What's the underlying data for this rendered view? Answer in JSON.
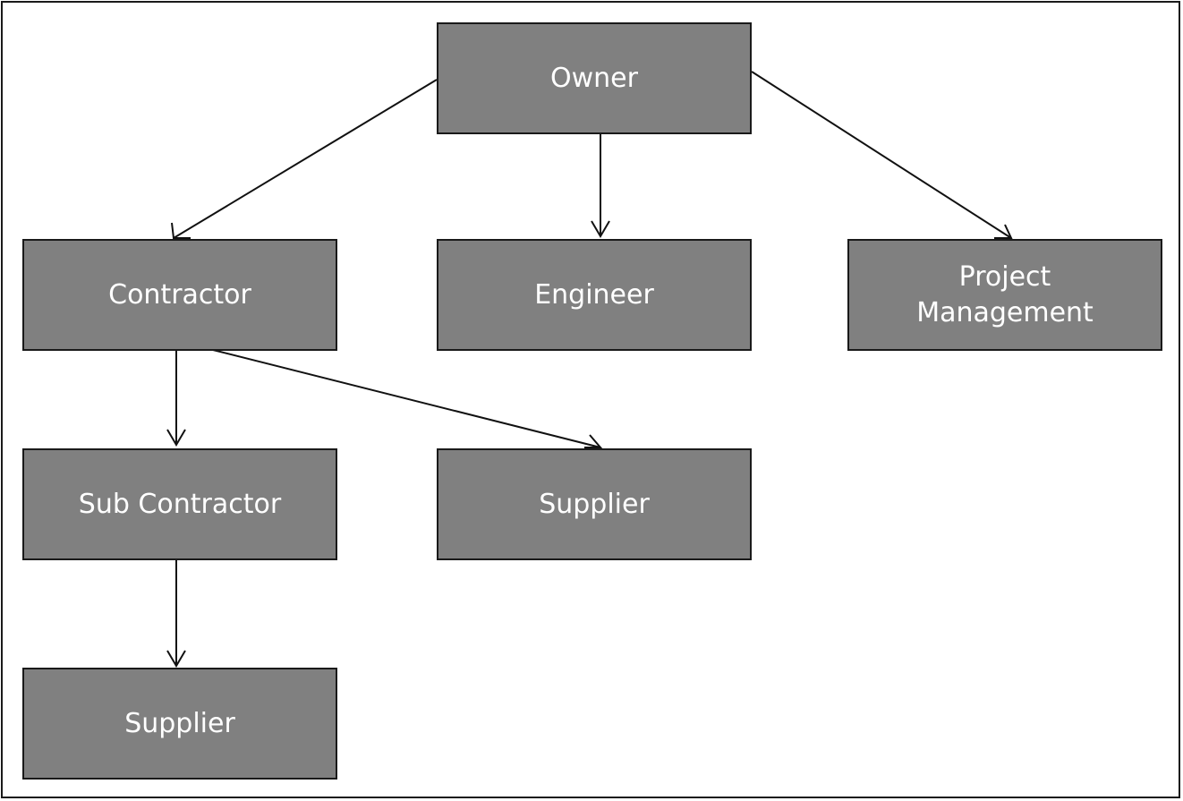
{
  "nodes": {
    "owner": "Owner",
    "contractor": "Contractor",
    "engineer": "Engineer",
    "project_management": [
      "Project",
      "Management"
    ],
    "sub_contractor": "Sub Contractor",
    "supplier_contractor": "Supplier",
    "supplier_sub": "Supplier"
  },
  "edges": [
    {
      "from": "Owner",
      "to": "Contractor"
    },
    {
      "from": "Owner",
      "to": "Engineer"
    },
    {
      "from": "Owner",
      "to": "Project Management"
    },
    {
      "from": "Contractor",
      "to": "Sub Contractor"
    },
    {
      "from": "Contractor",
      "to": "Supplier"
    },
    {
      "from": "Sub Contractor",
      "to": "Supplier"
    }
  ],
  "colors": {
    "box_fill": "#808080",
    "box_border": "#1a1a1a",
    "text": "#ffffff",
    "connector": "#111111"
  }
}
